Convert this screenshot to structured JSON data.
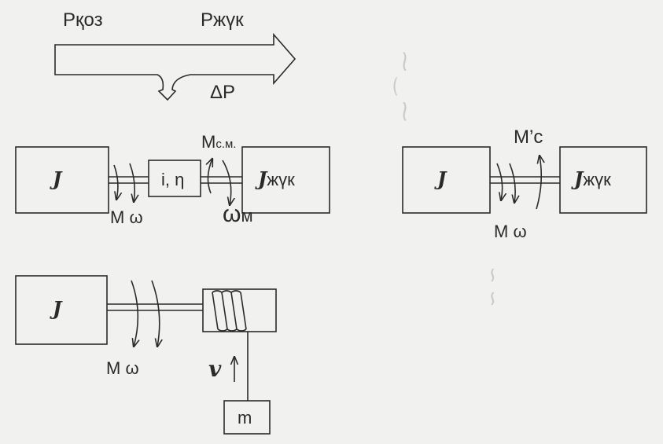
{
  "flow": {
    "p_in": "Рқоз",
    "p_out": "Ржүк",
    "p_loss": "ΔP"
  },
  "scheme1": {
    "motor_inertia": "J",
    "gear_label": "i, η",
    "load_inertia_sym": "J",
    "load_inertia_sub": "жүк",
    "torque_label": "M ω",
    "static_moment_main": "M",
    "static_moment_sub": "с.м.",
    "load_speed_main": "ω",
    "load_speed_sub": "м"
  },
  "scheme2": {
    "motor_inertia": "J",
    "load_inertia_sym": "J",
    "load_inertia_sub": "жүк",
    "reduced_moment": "M’c",
    "torque_label": "M ω"
  },
  "scheme3": {
    "motor_inertia": "J",
    "torque_label": "M ω",
    "velocity_symbol": "v",
    "mass_label": "m"
  },
  "colors": {
    "background": "#f1f1ef",
    "ink": "#2a2a2a",
    "faint_bleed": "#c9c9c6"
  }
}
